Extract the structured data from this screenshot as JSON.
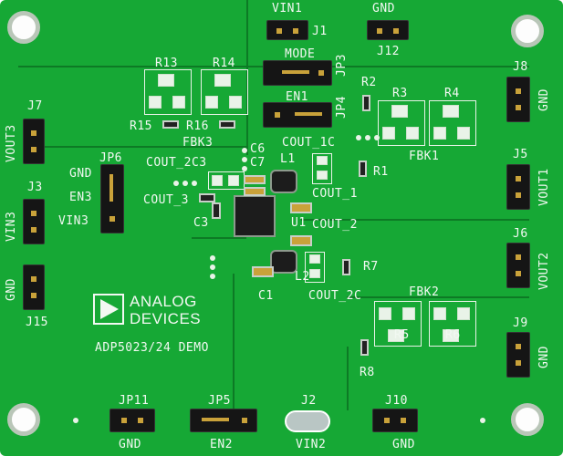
{
  "labels": {
    "vin1": "VIN1",
    "j1": "J1",
    "gnd_top": "GND",
    "j12": "J12",
    "mode": "MODE",
    "jp3": "JP3",
    "r13": "R13",
    "r14": "R14",
    "en1": "EN1",
    "jp4": "JP4",
    "r2": "R2",
    "r3": "R3",
    "r4": "R4",
    "j8": "J8",
    "gnd_j8": "GND",
    "j7": "J7",
    "vout3": "VOUT3",
    "r15": "R15",
    "r16": "R16",
    "fbk3": "FBK3",
    "cout_1c": "COUT_1C",
    "c6": "C6",
    "c7": "C7",
    "cout_2c3": "COUT_2C3",
    "l1": "L1",
    "fbk1": "FBK1",
    "r1": "R1",
    "j5": "J5",
    "vout1": "VOUT1",
    "gnd_jp6": "GND",
    "jp6": "JP6",
    "cout_1": "COUT_1",
    "en3": "EN3",
    "cout_3": "COUT_3",
    "j3": "J3",
    "vin3_side": "VIN3",
    "vin3": "VIN3",
    "c3": "C3",
    "u1": "U1",
    "cout_2": "COUT_2",
    "j6": "J6",
    "vout2": "VOUT2",
    "r7": "R7",
    "l2": "L2",
    "c1": "C1",
    "cout_2c": "COUT_2C",
    "fbk2": "FBK2",
    "gnd_j15": "GND",
    "j15": "J15",
    "r5": "R5",
    "r6": "R6",
    "j9": "J9",
    "gnd_j9": "GND",
    "demo": "ADP5023/24 DEMO",
    "r8": "R8",
    "jp11": "JP11",
    "jp5": "JP5",
    "j2": "J2",
    "j10": "J10",
    "gnd_jp11": "GND",
    "en2": "EN2",
    "vin2": "VIN2",
    "gnd_j10": "GND"
  },
  "logo": {
    "line1": "ANALOG",
    "line2": "DEVICES"
  },
  "colors": {
    "board": "#16a835",
    "silkscreen": "#f2f8f2",
    "gold": "#c9a23a"
  }
}
